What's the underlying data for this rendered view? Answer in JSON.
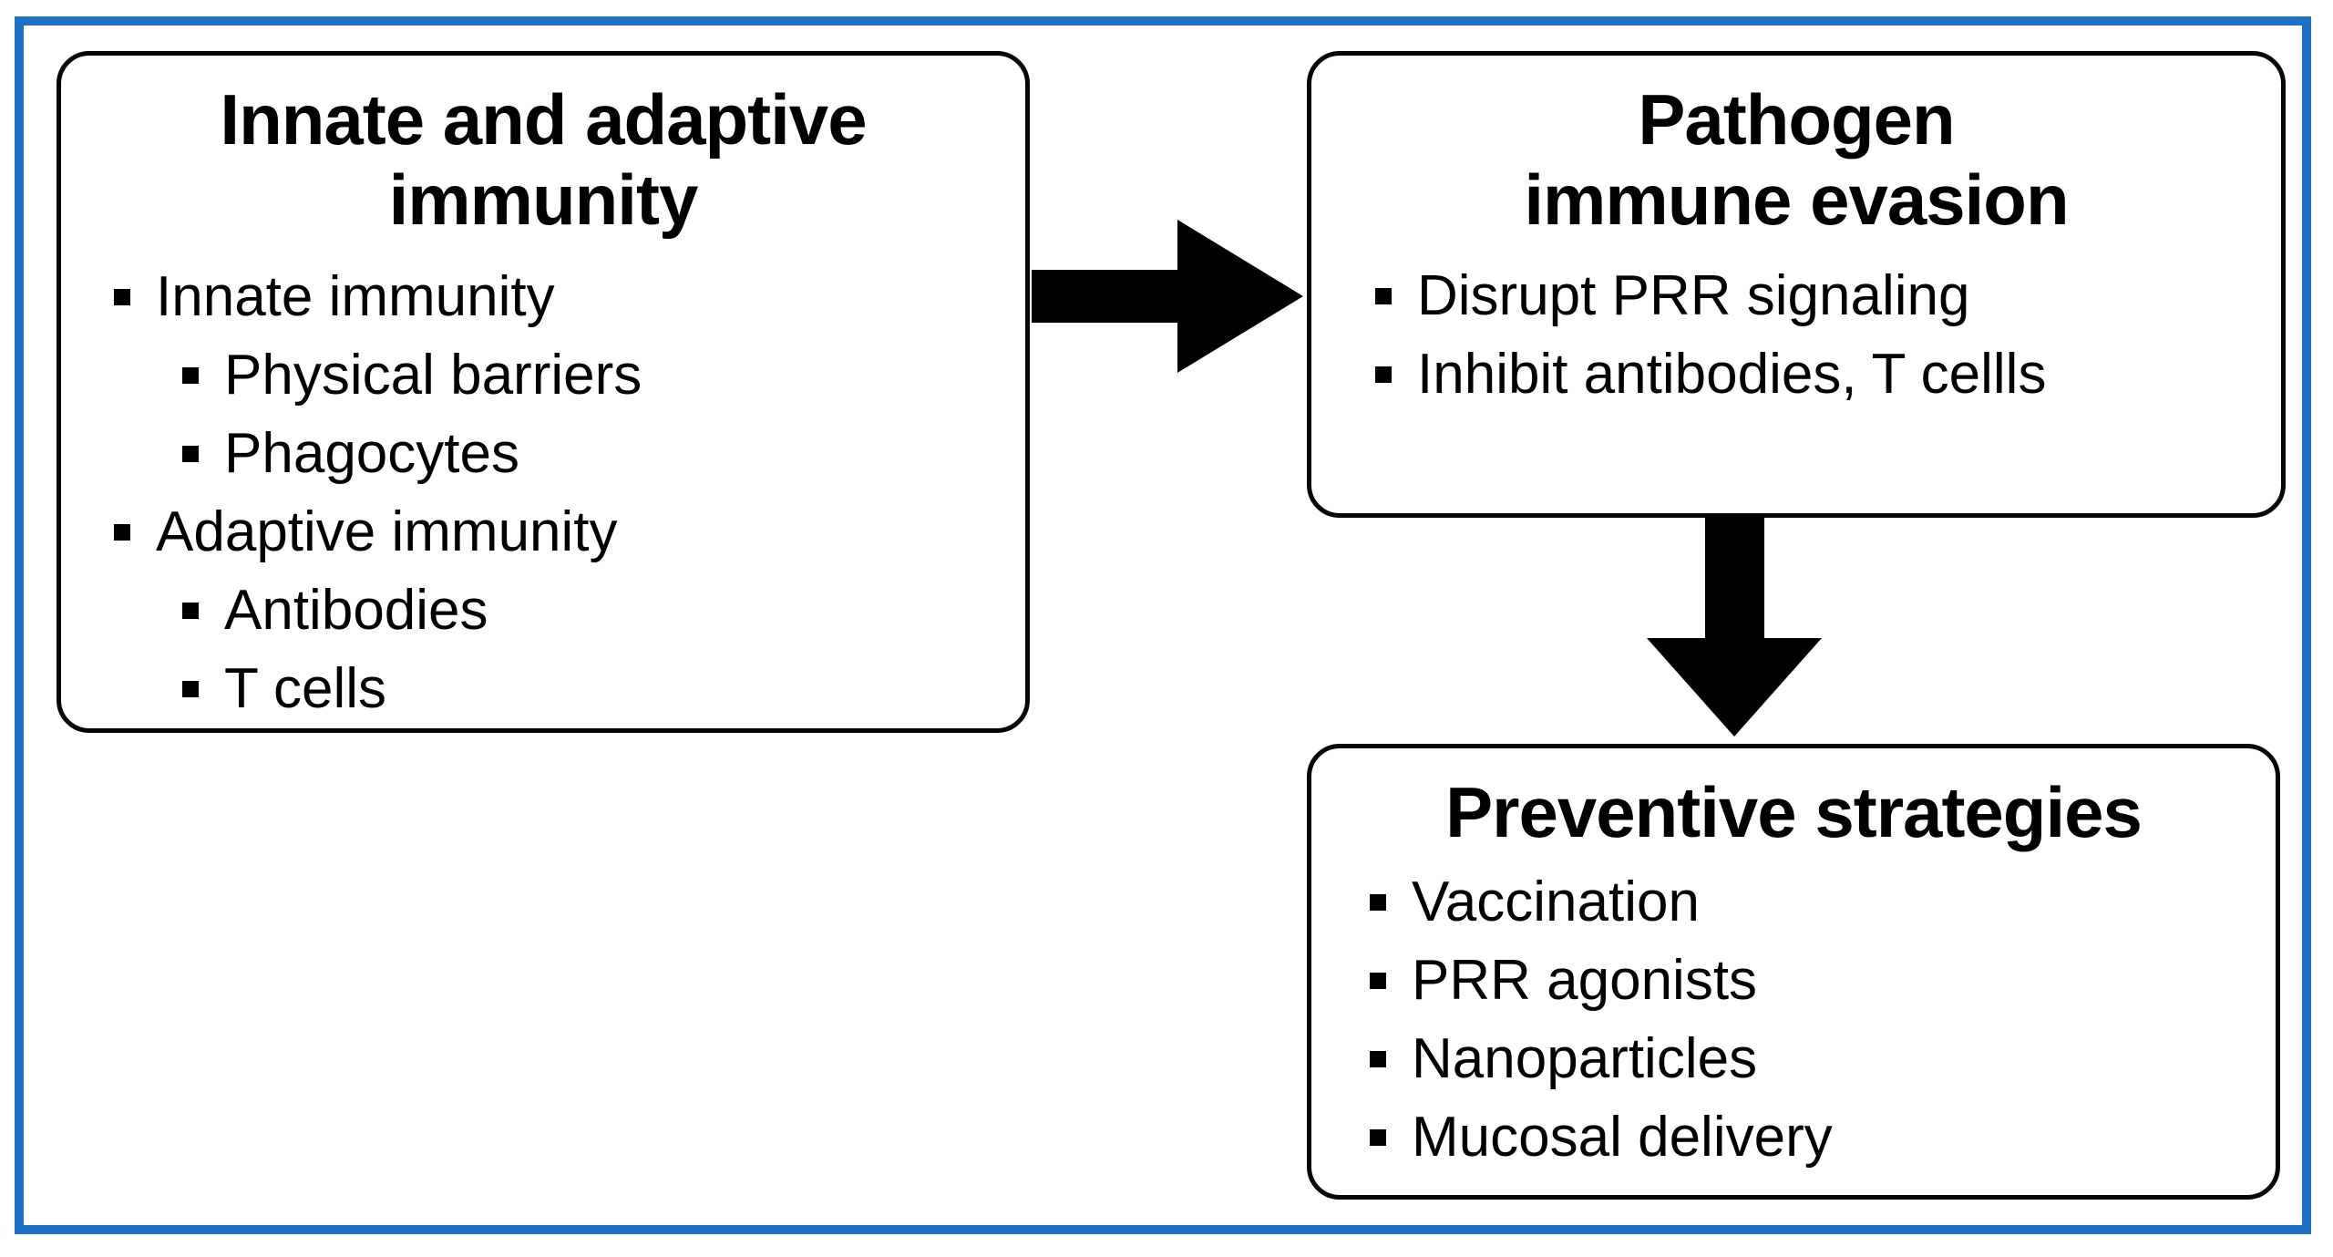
{
  "diagram": {
    "background": "#ffffff",
    "frame_border_color": "#1d70c4",
    "box_border_color": "#000000",
    "text_color": "#000000",
    "boxes": [
      {
        "id": "innate-adaptive-immunity",
        "title_lines": [
          "Innate and adaptive",
          "immunity"
        ],
        "items": [
          {
            "label": "Innate immunity",
            "level": 1
          },
          {
            "label": "Physical barriers",
            "level": 2
          },
          {
            "label": "Phagocytes",
            "level": 2
          },
          {
            "label": "Adaptive immunity",
            "level": 1
          },
          {
            "label": "Antibodies",
            "level": 2
          },
          {
            "label": "T cells",
            "level": 2
          }
        ]
      },
      {
        "id": "pathogen-immune-evasion",
        "title_lines": [
          "Pathogen",
          "immune evasion"
        ],
        "items": [
          {
            "label": "Disrupt PRR signaling",
            "level": 1
          },
          {
            "label": "Inhibit antibodies, T cellls",
            "level": 1
          }
        ]
      },
      {
        "id": "preventive-strategies",
        "title_lines": [
          "Preventive strategies"
        ],
        "items": [
          {
            "label": "Vaccination",
            "level": 1
          },
          {
            "label": "PRR agonists",
            "level": 1
          },
          {
            "label": "Nanoparticles",
            "level": 1
          },
          {
            "label": "Mucosal delivery",
            "level": 1
          }
        ]
      }
    ],
    "arrows": [
      {
        "id": "flow-arrow-right",
        "from": "innate-adaptive-immunity",
        "to": "pathogen-immune-evasion",
        "direction": "right"
      },
      {
        "id": "flow-arrow-down",
        "from": "pathogen-immune-evasion",
        "to": "preventive-strategies",
        "direction": "down"
      }
    ]
  }
}
